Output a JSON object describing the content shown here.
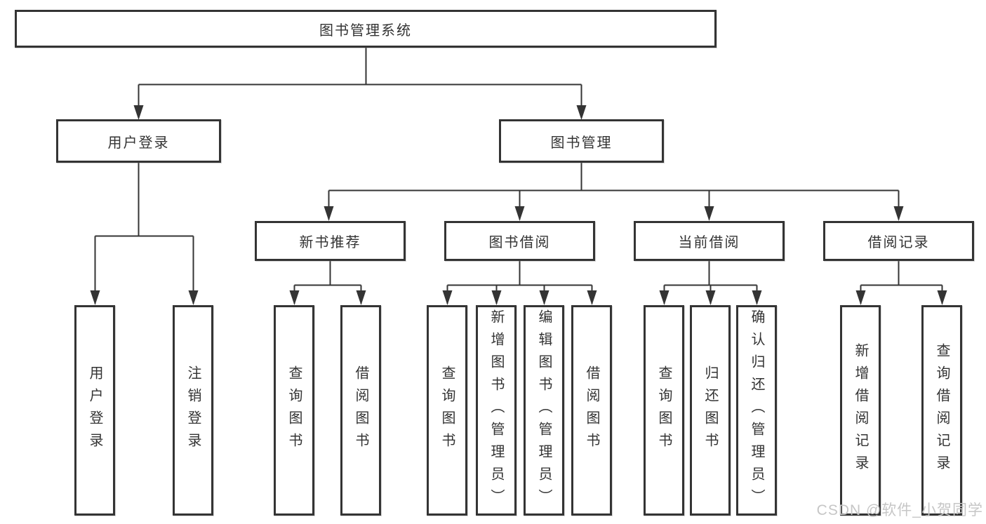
{
  "root": {
    "label": "图书管理系统"
  },
  "branches": [
    {
      "label": "用户登录",
      "leaves": [
        {
          "label": "用户登录"
        },
        {
          "label": "注销登录"
        }
      ]
    },
    {
      "label": "图书管理",
      "sections": [
        {
          "label": "新书推荐",
          "leaves": [
            {
              "label": "查询图书"
            },
            {
              "label": "借阅图书"
            }
          ]
        },
        {
          "label": "图书借阅",
          "leaves": [
            {
              "label": "查询图书"
            },
            {
              "label": "新增图书（管理员）"
            },
            {
              "label": "编辑图书（管理员）"
            },
            {
              "label": "借阅图书"
            }
          ]
        },
        {
          "label": "当前借阅",
          "leaves": [
            {
              "label": "查询图书"
            },
            {
              "label": "归还图书"
            },
            {
              "label": "确认归还（管理员）"
            }
          ]
        },
        {
          "label": "借阅记录",
          "leaves": [
            {
              "label": "新增借阅记录"
            },
            {
              "label": "查询借阅记录"
            }
          ]
        }
      ]
    }
  ],
  "watermark": {
    "text": "CSDN @软件_小贺同学"
  },
  "colors": {
    "line": "#343434",
    "box_border": "#343434",
    "text": "#333333",
    "watermark": "#c6c6c6",
    "background": "#ffffff"
  }
}
